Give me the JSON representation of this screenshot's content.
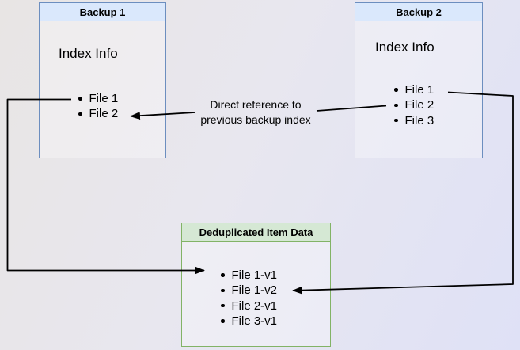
{
  "backup1": {
    "title": "Backup 1",
    "subtitle": "Index Info",
    "items": [
      "File 1",
      "File 2"
    ]
  },
  "backup2": {
    "title": "Backup 2",
    "subtitle": "Index Info",
    "items": [
      "File 1",
      "File 2",
      "File 3"
    ]
  },
  "dedup": {
    "title": "Deduplicated Item Data",
    "items": [
      "File 1-v1",
      "File 1-v2",
      "File 2-v1",
      "File 3-v1"
    ]
  },
  "annotation": {
    "line1": "Direct reference to",
    "line2": "previous backup index"
  },
  "colors": {
    "blue_fill": "#dae8fc",
    "blue_border": "#6c8ebf",
    "green_fill": "#d5e8d4",
    "green_border": "#82b366",
    "arrow": "#000000",
    "background_top_left": "#e8e5e4",
    "background_bottom_right": "#dfe1f6"
  }
}
